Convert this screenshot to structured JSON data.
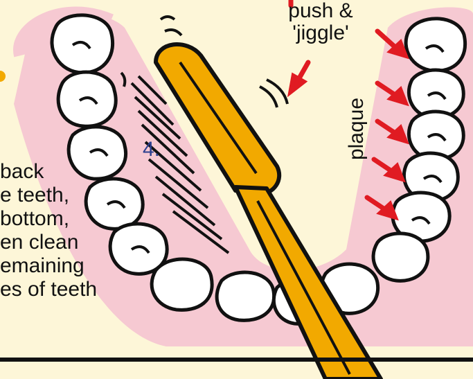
{
  "top_right": {
    "line1": "push &",
    "line2": "'jiggle'"
  },
  "side_label": "plaque",
  "step": {
    "number": "4."
  },
  "instructions": [
    "back",
    "e teeth,",
    "bottom,",
    "en clean",
    "emaining",
    "es of teeth"
  ],
  "colors": {
    "background": "#fdf6d8",
    "gum": "#f6c9d2",
    "tooth": "#ffffff",
    "outline": "#111111",
    "brush": "#f2a900",
    "arrow": "#e01b22",
    "step_number": "#2b3f8f"
  }
}
